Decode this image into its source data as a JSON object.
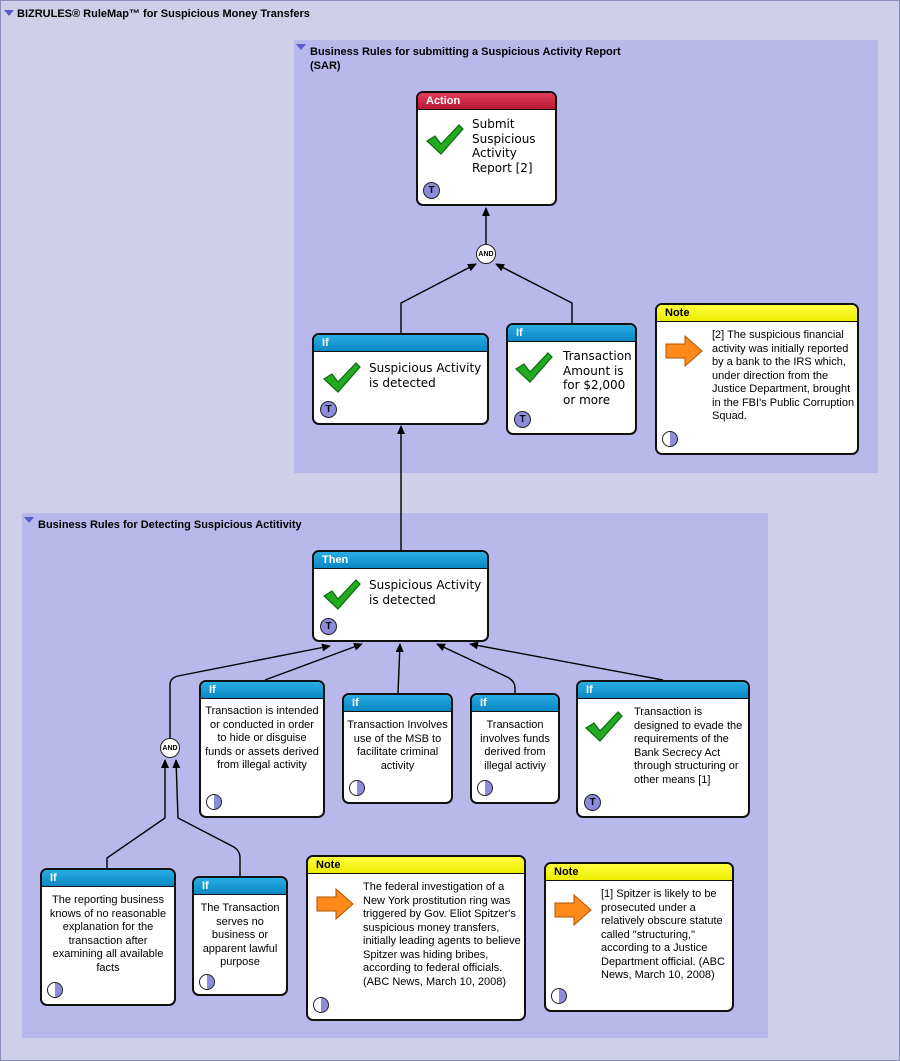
{
  "title": "BIZRULES® RuleMap™ for Suspicious Money Transfers",
  "groups": {
    "sar": {
      "title": "Business Rules for submitting a Suspicious Activity Report (SAR)"
    },
    "detect": {
      "title": "Business Rules for Detecting Suspicious Actitivity"
    }
  },
  "and_label": "AND",
  "badge_t": "T",
  "nodes": {
    "action": {
      "header": "Action",
      "text": "Submit Suspicious Activity Report [2]"
    },
    "if_activity": {
      "header": "If",
      "text": "Suspicious Activity is detected"
    },
    "if_amount": {
      "header": "If",
      "text": "Transaction Amount is for $2,000 or more"
    },
    "note2": {
      "header": "Note",
      "text": "[2] The suspicious financial activity was initially reported by a bank to the IRS which, under direction from the Justice Department, brought in the FBI's Public Corruption Squad."
    },
    "then_activity": {
      "header": "Then",
      "text": "Suspicious Activity is detected"
    },
    "if_intended": {
      "header": "If",
      "text": "Transaction is intended or conducted in order to hide or disguise funds or assets derived from illegal activity"
    },
    "if_msb": {
      "header": "If",
      "text": "Transaction Involves use of the MSB to facilitate criminal activity"
    },
    "if_funds": {
      "header": "If",
      "text": "Transaction involves funds derived from illegal activiy"
    },
    "if_evade": {
      "header": "If",
      "text": "Transaction is designed to evade the requirements of the Bank Secrecy Act through structuring or other means [1]"
    },
    "if_reporting": {
      "header": "If",
      "text": "The reporting business knows of no reasonable explanation for the transaction after examining all available facts"
    },
    "if_purpose": {
      "header": "If",
      "text": "The Transaction serves no business or apparent lawful purpose"
    },
    "note_fed": {
      "header": "Note",
      "text": "The federal investigation of a New York prostitution ring was triggered by Gov. Eliot Spitzer's suspicious money transfers, initially leading agents to believe Spitzer was hiding bribes, according to federal officials. (ABC News, March 10,  2008)"
    },
    "note1": {
      "header": "Note",
      "text": "[1] Spitzer is likely to be prosecuted under a relatively obscure statute called \"structuring,\" according to a Justice Department official. (ABC News, March 10,  2008)"
    }
  },
  "icons": {
    "check": "checkmark-icon",
    "arrow": "orange-arrow-icon",
    "true_badge": "t-badge-icon",
    "unknown_badge": "half-circle-icon"
  },
  "colors": {
    "if_header": "#0a87c4",
    "action_header": "#b81a36",
    "note_header": "#ecec00",
    "group_bg": "#b8b8ea",
    "page_bg": "#cfcfe9"
  }
}
